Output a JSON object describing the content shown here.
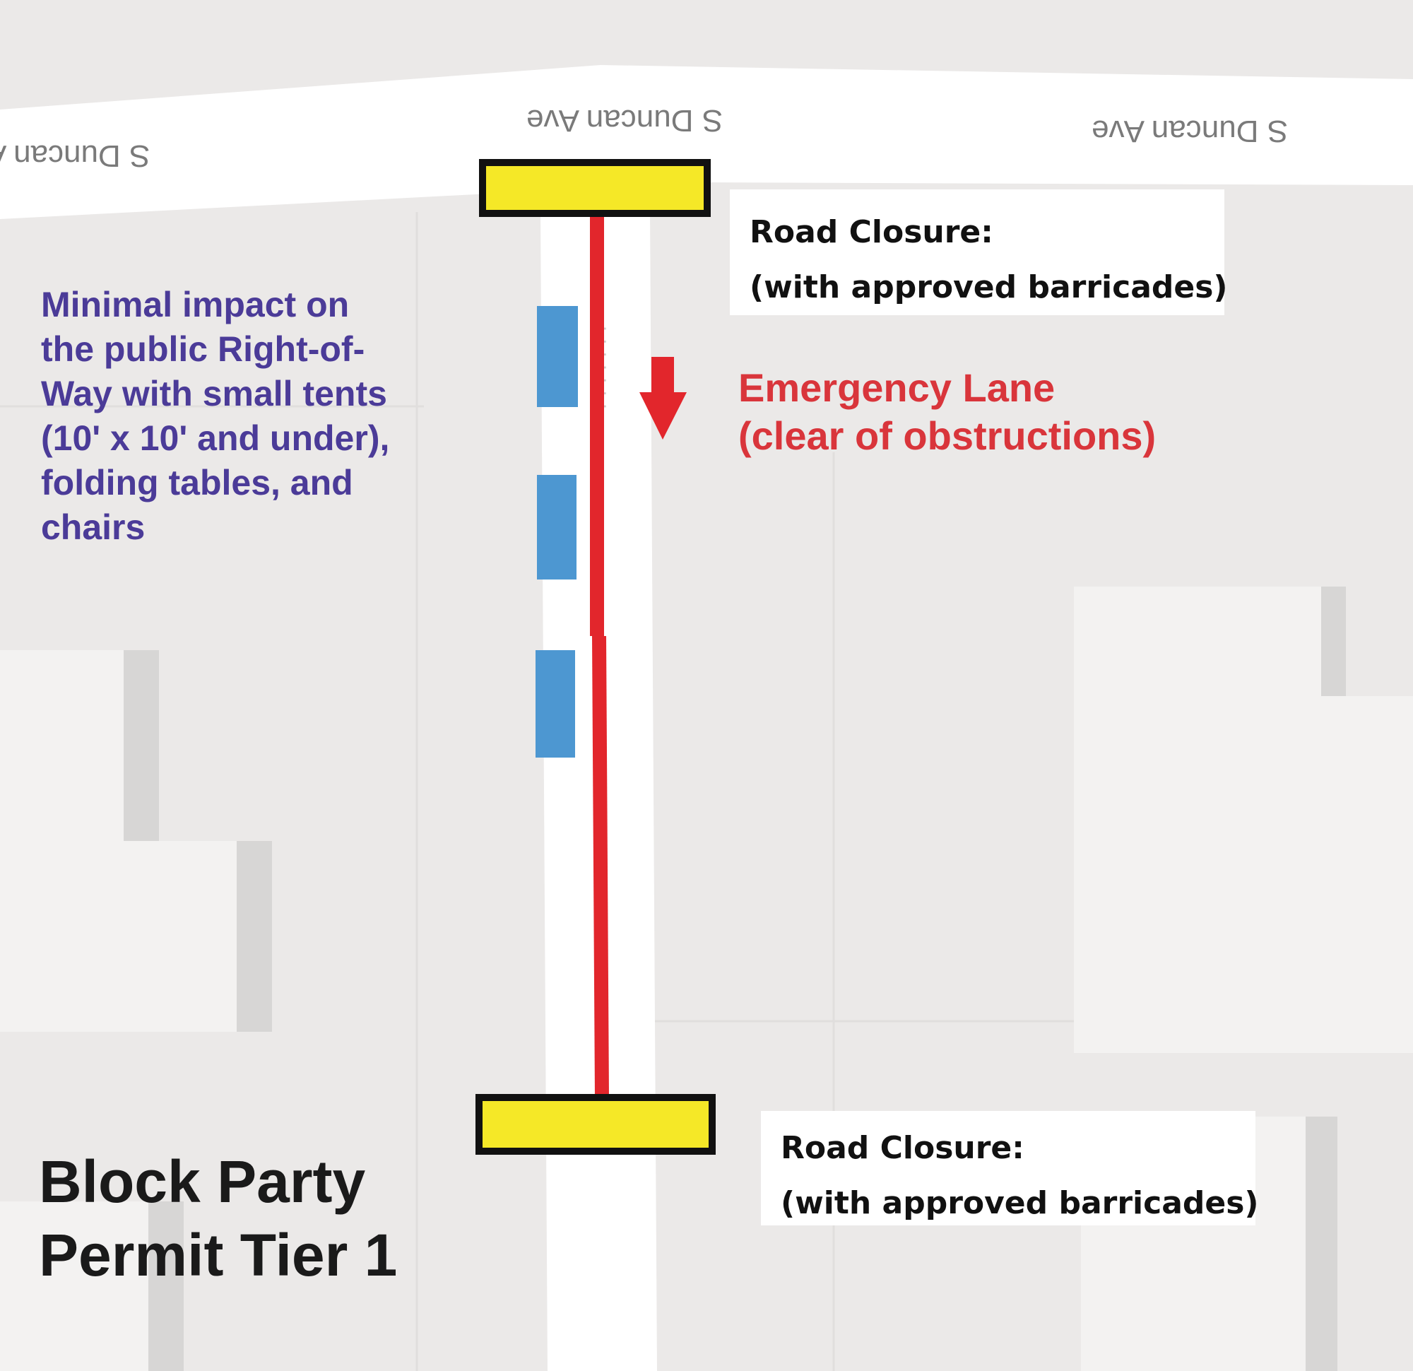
{
  "map": {
    "street_labels": [
      "S Duncan A",
      "S Duncan Ave",
      "S Duncan Ave"
    ]
  },
  "closures": {
    "top": {
      "line1": "Road Closure:",
      "line2": "(with approved barricades)"
    },
    "bottom": {
      "line1": "Road Closure:",
      "line2": "(with approved barricades)"
    }
  },
  "impact_note": {
    "lines": [
      "Minimal impact on",
      "the public Right-of-",
      "Way with small tents",
      "(10' x 10' and under),",
      "folding tables, and",
      "chairs"
    ]
  },
  "emergency_lane": {
    "line1": "Emergency Lane",
    "line2": "(clear of obstructions)"
  },
  "title": {
    "line1": "Block Party",
    "line2": "Permit Tier 1"
  },
  "colors": {
    "barricade_fill": "#f5e827",
    "barricade_border": "#111111",
    "emergency_red": "#e2262c",
    "tent_blue": "#4d97d1",
    "impact_text": "#4b3b98",
    "emergency_text": "#d9353b"
  }
}
